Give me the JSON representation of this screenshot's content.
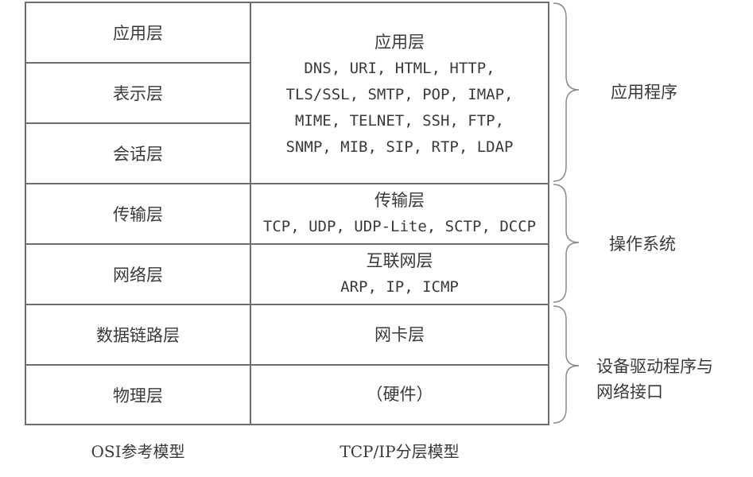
{
  "osi": {
    "layers": [
      "应用层",
      "表示层",
      "会话层",
      "传输层",
      "网络层",
      "数据链路层",
      "物理层"
    ],
    "caption": "OSI参考模型"
  },
  "tcpip": {
    "app": {
      "title": "应用层",
      "protocols": [
        "DNS, URI, HTML, HTTP,",
        "TLS/SSL, SMTP, POP, IMAP,",
        "MIME, TELNET, SSH, FTP,",
        "SNMP, MIB, SIP, RTP, LDAP"
      ]
    },
    "transport": {
      "title": "传输层",
      "protocols": "TCP, UDP, UDP-Lite, SCTP, DCCP"
    },
    "internet": {
      "title": "互联网层",
      "protocols": "ARP, IP, ICMP"
    },
    "netcard": {
      "title": "网卡层"
    },
    "hardware": {
      "title": "（硬件）"
    },
    "caption": "TCP/IP分层模型"
  },
  "groups": {
    "application": "应用程序",
    "os": "操作系统",
    "driver": [
      "设备驱动程序与",
      "网络接口"
    ]
  }
}
